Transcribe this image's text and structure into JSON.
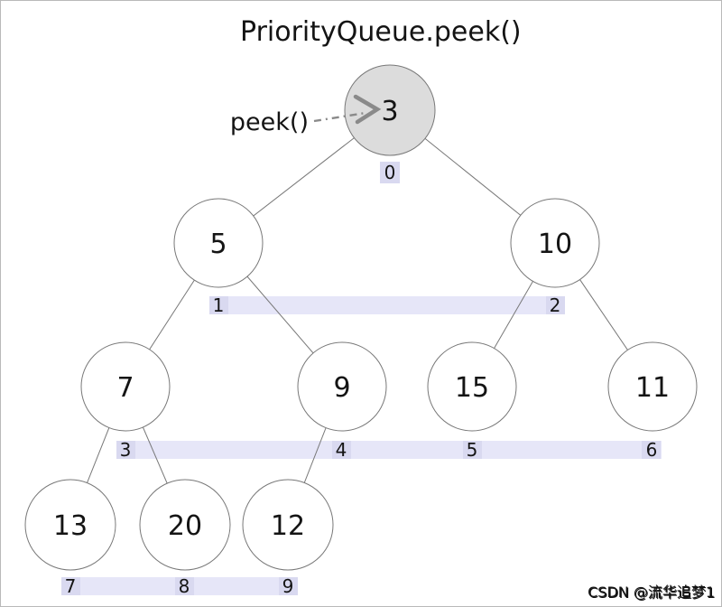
{
  "title": "PriorityQueue.peek()",
  "annotation": {
    "label": "peek()",
    "arrow_icon": "dash-dot-arrow"
  },
  "watermark": "CSDN @流华追梦1",
  "colors": {
    "band_fill": "#e6e6f8",
    "index_box_fill": "#d9d9f0",
    "node_fill": "#ffffff",
    "root_node_fill": "#dcdcdc",
    "node_border": "#787878",
    "edge_color": "#787878",
    "arrow_color": "#8a8a8a",
    "peek_label_color": "#0000ee",
    "watermark_color": "#c8c8c8"
  },
  "tree": {
    "nodes": [
      {
        "value": "3",
        "index": "0"
      },
      {
        "value": "5",
        "index": "1"
      },
      {
        "value": "10",
        "index": "2"
      },
      {
        "value": "7",
        "index": "3"
      },
      {
        "value": "9",
        "index": "4"
      },
      {
        "value": "15",
        "index": "5"
      },
      {
        "value": "11",
        "index": "6"
      },
      {
        "value": "13",
        "index": "7"
      },
      {
        "value": "20",
        "index": "8"
      },
      {
        "value": "12",
        "index": "9"
      }
    ]
  }
}
